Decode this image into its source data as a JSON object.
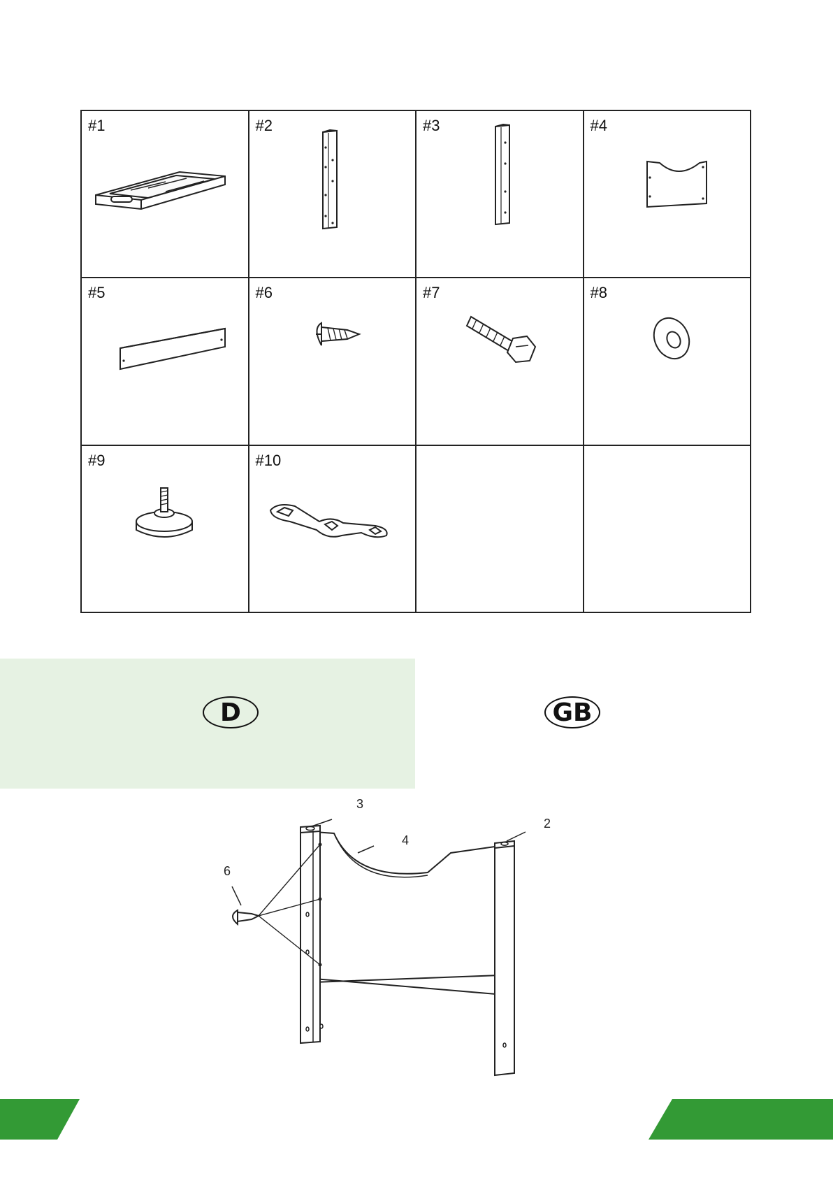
{
  "parts": [
    {
      "label": "#1",
      "part": "frame-tray"
    },
    {
      "label": "#2",
      "part": "leg-post"
    },
    {
      "label": "#3",
      "part": "leg-post"
    },
    {
      "label": "#4",
      "part": "curved-panel"
    },
    {
      "label": "#5",
      "part": "crossbar"
    },
    {
      "label": "#6",
      "part": "screw"
    },
    {
      "label": "#7",
      "part": "hex-bolt"
    },
    {
      "label": "#8",
      "part": "washer"
    },
    {
      "label": "#9",
      "part": "leveling-foot"
    },
    {
      "label": "#10",
      "part": "bracket"
    },
    {
      "label": "",
      "part": ""
    },
    {
      "label": "",
      "part": ""
    }
  ],
  "languages": {
    "left": "D",
    "right": "GB"
  },
  "assembly": {
    "callouts": [
      "3",
      "2",
      "4",
      "6"
    ]
  },
  "colors": {
    "accent_green": "#339a35",
    "band_green": "#e6f2e3",
    "line": "#222222"
  }
}
